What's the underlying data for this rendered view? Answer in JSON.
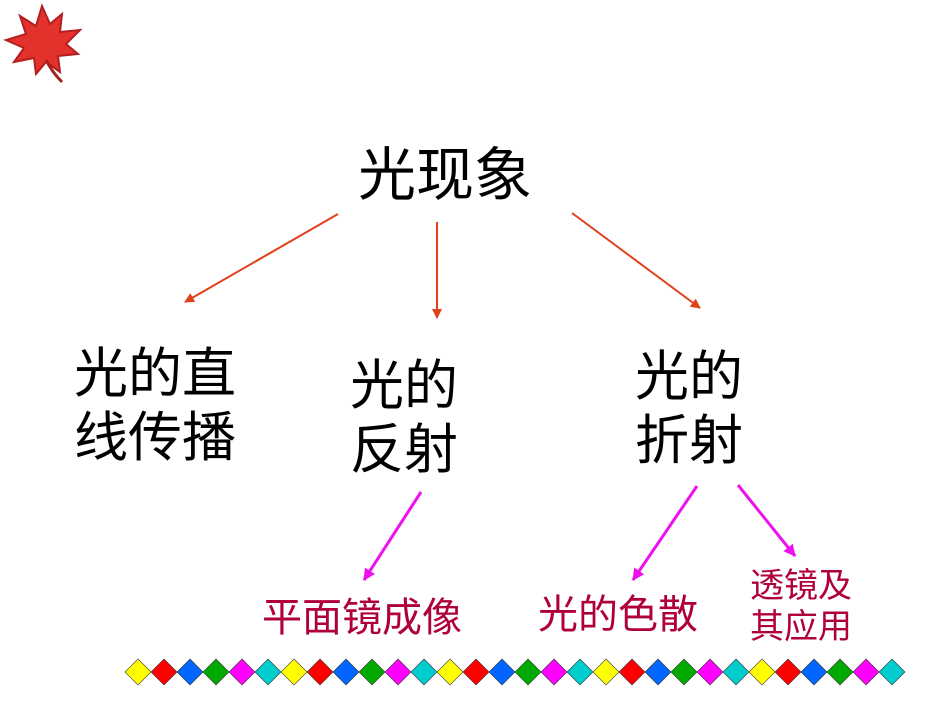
{
  "diagram": {
    "root": "光现象",
    "branches": [
      {
        "label_lines": [
          "光的直",
          "线传播"
        ]
      },
      {
        "label_lines": [
          "光的",
          "反射"
        ]
      },
      {
        "label_lines": [
          "光的",
          "折射"
        ]
      }
    ],
    "leaves": [
      {
        "label_lines": [
          "平面镜成像"
        ]
      },
      {
        "label_lines": [
          "光的色散"
        ]
      },
      {
        "label_lines": [
          "透镜及",
          "其应用"
        ]
      }
    ]
  },
  "colors": {
    "level1_arrow": "#e0401a",
    "level2_arrow": "#ee11ee",
    "leaf_text": "#b0003a",
    "diamonds": [
      "#ffff00",
      "#ff0000",
      "#0066ff",
      "#00aa00",
      "#ff00ff",
      "#00cccc"
    ]
  },
  "decorations": [
    "maple-leaf-icon",
    "diamond-border"
  ]
}
